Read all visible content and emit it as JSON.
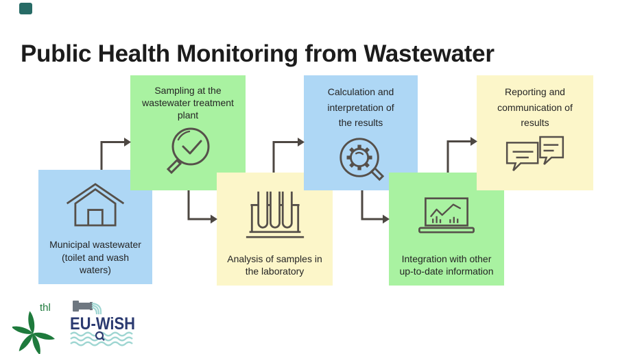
{
  "theme": {
    "corner-accent": "#276b66",
    "box-blue": "#aed7f5",
    "box-green": "#a9f2a1",
    "box-yellow": "#fcf6c9",
    "text-dark": "#242424",
    "icon-stroke": "#56504a",
    "arrow-color": "#4d4742",
    "thl-green": "#1e7a3c",
    "euwish-navy": "#2b3a70",
    "euwish-teal": "#9fd6d2",
    "pipe-gray": "#6e7780"
  },
  "title": "Public Health Monitoring from Wastewater",
  "flow": {
    "boxes": [
      {
        "name": "municipal-wastewater",
        "icon": "house-icon",
        "color": "#aed7f5",
        "label": [
          "Municipal wastewater",
          "(toilet and wash",
          "waters)"
        ]
      },
      {
        "name": "sampling",
        "icon": "magnifier-check-icon",
        "color": "#a9f2a1",
        "label": [
          "Sampling at the",
          "wastewater treatment",
          "plant"
        ]
      },
      {
        "name": "analysis",
        "icon": "test-tubes-icon",
        "color": "#fcf6c9",
        "label": [
          "Analysis of samples in",
          "the laboratory"
        ]
      },
      {
        "name": "calculation",
        "icon": "gear-magnifier-icon",
        "color": "#aed7f5",
        "label": [
          "Calculation and",
          "interpretation of",
          "the results"
        ]
      },
      {
        "name": "integration",
        "icon": "chart-laptop-icon",
        "color": "#a9f2a1",
        "label": [
          "Integration with other",
          "up-to-date information"
        ]
      },
      {
        "name": "reporting",
        "icon": "speech-bubbles-icon",
        "color": "#fcf6c9",
        "label": [
          "Reporting and",
          "communication of",
          "results"
        ]
      }
    ]
  },
  "footer": {
    "thl_logo_text": "thl",
    "euwish_logo_text": "EU-WiSH"
  }
}
